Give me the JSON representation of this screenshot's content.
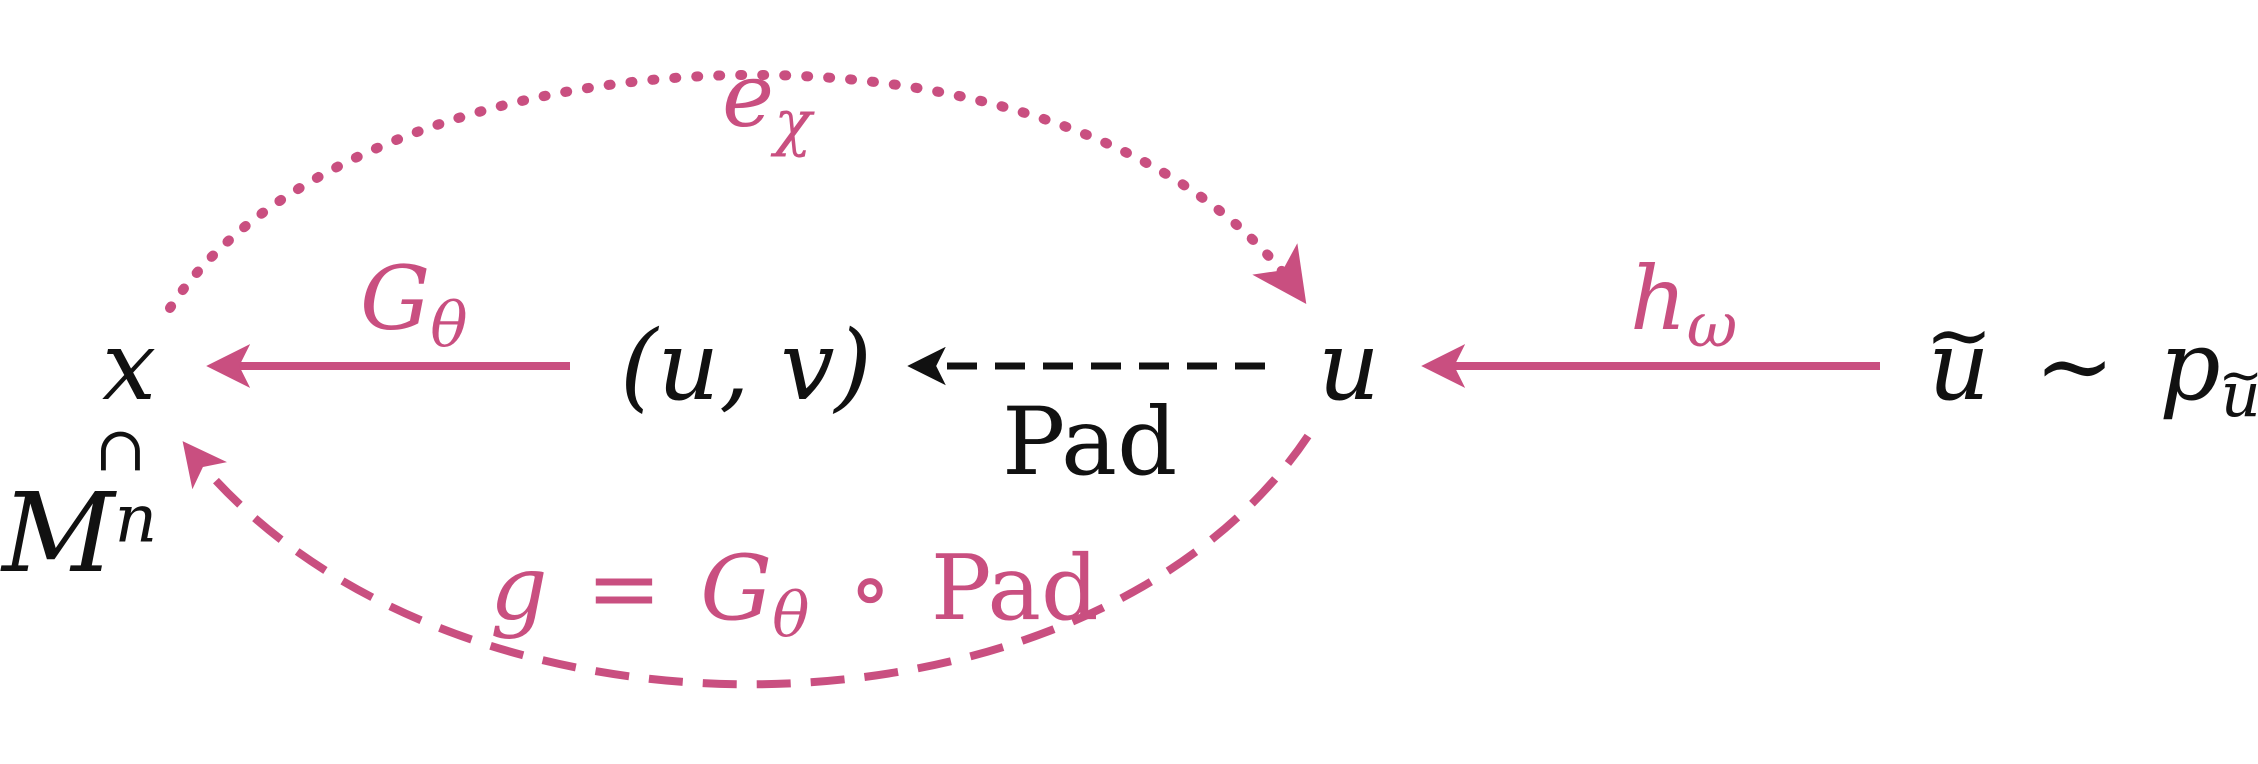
{
  "colors": {
    "accent": "#c94f80",
    "ink": "#111111"
  },
  "nodes": {
    "x": "x",
    "uv": "(u, v)",
    "u": "u",
    "u_tilde": "u",
    "sim": "∼",
    "p": "p",
    "p_sub": "u",
    "manifold": "M",
    "manifold_sup": "n",
    "subset_symbol": "⊂"
  },
  "edges": {
    "e_chi": {
      "base": "e",
      "sub": "χ",
      "style": "dotted",
      "color": "pink"
    },
    "G_theta": {
      "base": "G",
      "sub": "θ",
      "style": "solid",
      "color": "pink"
    },
    "pad": {
      "label": "Pad",
      "style": "dashed",
      "color": "black"
    },
    "h_omega": {
      "base": "h",
      "sub": "ω",
      "style": "solid",
      "color": "pink"
    },
    "g": {
      "lhs": "g",
      "eq": "=",
      "base": "G",
      "sub": "θ",
      "compose": "∘",
      "rhs": "Pad",
      "style": "dashed",
      "color": "pink"
    }
  }
}
